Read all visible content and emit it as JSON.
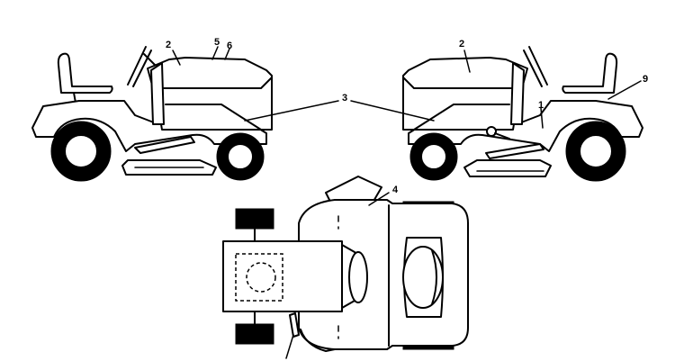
{
  "labels": {
    "l1": "1",
    "l2": "2",
    "l3": "3",
    "l4": "4",
    "l5": "5",
    "l6": "6",
    "l9": "9"
  }
}
